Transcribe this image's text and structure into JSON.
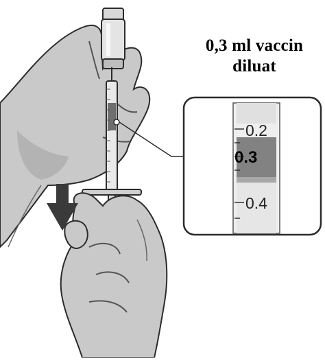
{
  "caption": {
    "line1": "0,3 ml vaccin",
    "line2": "diluat"
  },
  "zoom": {
    "ticks": [
      {
        "label": "0.2",
        "value": 0.2
      },
      {
        "label": "0.3",
        "value": 0.3
      },
      {
        "label": "0.4",
        "value": 0.4
      }
    ],
    "target_label": "0.3"
  },
  "icons": {
    "pull_arrow": "down-arrow-icon",
    "vial": "vial-icon",
    "syringe": "syringe-icon"
  },
  "colors": {
    "glove_fill": "#c9c9c9",
    "glove_shadow": "#9a9a9a",
    "outline": "#2b2b2b",
    "arrow": "#3a3a3a",
    "liquid": "#6e6e6e"
  }
}
